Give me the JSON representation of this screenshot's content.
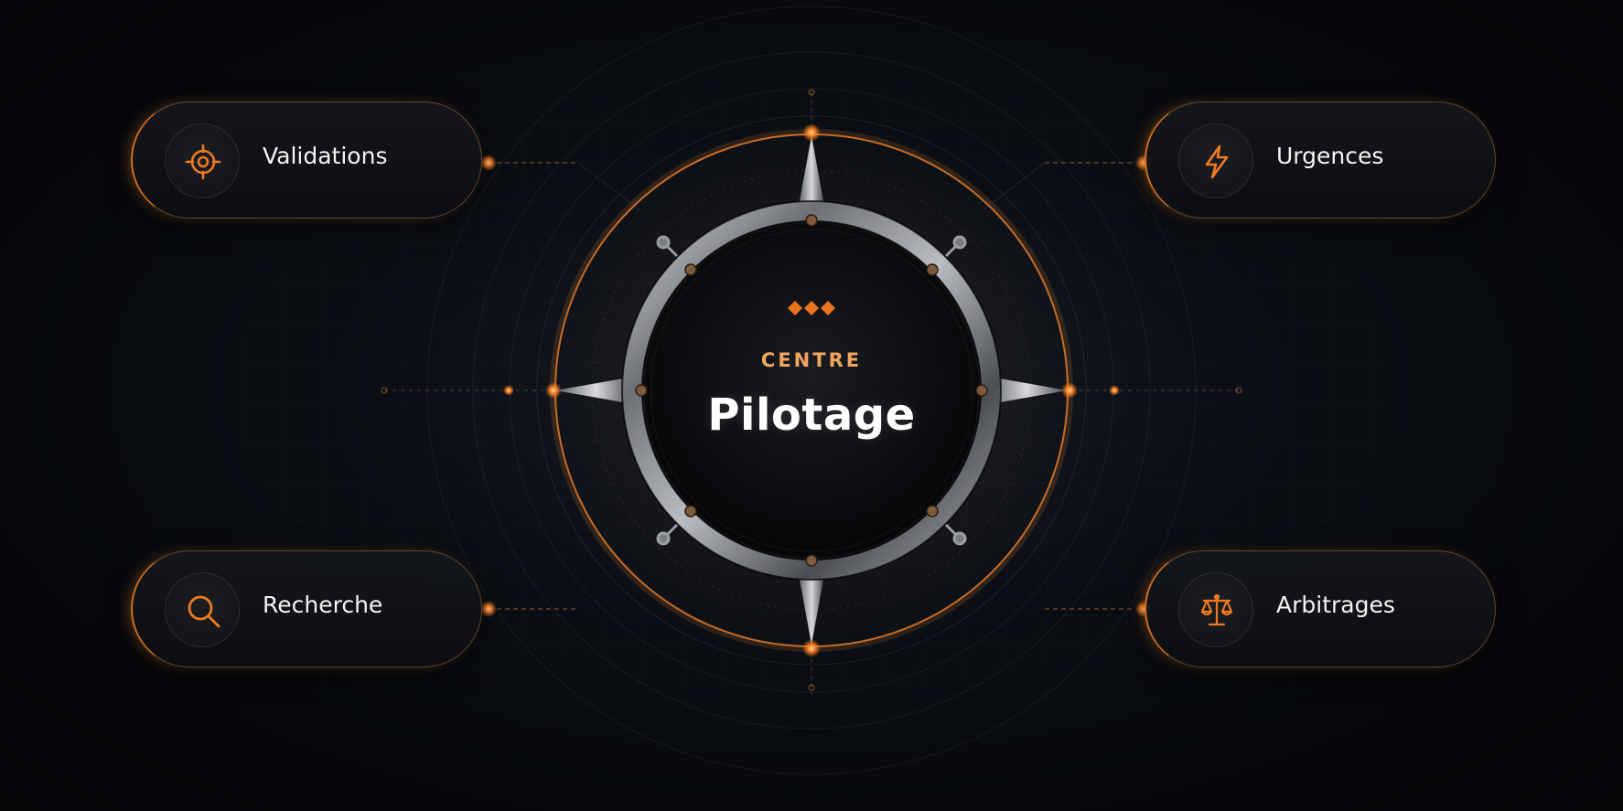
{
  "center": {
    "kicker": "CENTRE",
    "title": "Pilotage"
  },
  "nodes": [
    {
      "label": "Validations",
      "icon": "crosshair-target-icon"
    },
    {
      "label": "Urgences",
      "icon": "lightning-bolt-icon"
    },
    {
      "label": "Recherche",
      "icon": "magnifier-search-icon"
    },
    {
      "label": "Arbitrages",
      "icon": "balance-scale-icon"
    }
  ],
  "colors": {
    "accent": "#f07a24",
    "accent_soft": "#f0a560",
    "background": "#07090d",
    "steel": "#8a8d92"
  }
}
